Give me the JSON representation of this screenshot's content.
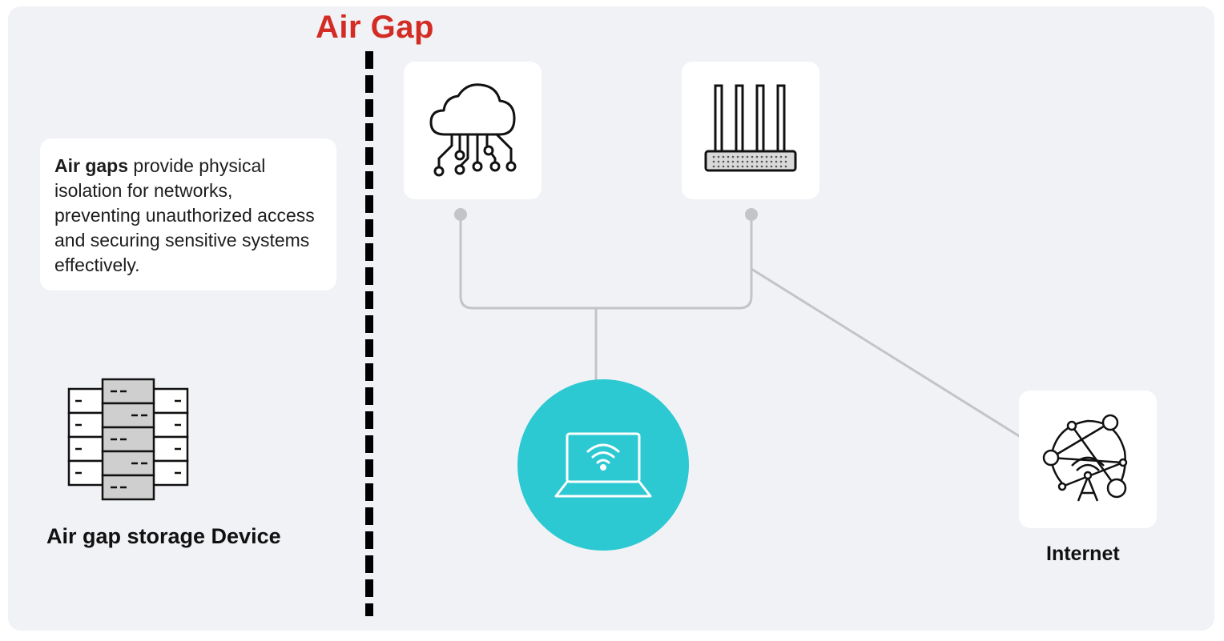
{
  "diagram": {
    "gap_title": "Air Gap",
    "info_card": {
      "bold_lead": "Air gaps",
      "body": " provide physical isolation for networks, preventing unauthorized access and securing sensitive systems effectively."
    },
    "storage_label": "Air gap storage Device",
    "internet_label": "Internet",
    "colors": {
      "gap_title": "#d22c24",
      "laptop_circle": "#2cc9d3",
      "panel_bg": "#f1f2f6",
      "connector": "#c4c4c8"
    },
    "icons": [
      "storage-rack-icon",
      "cloud-network-icon",
      "router-icon",
      "laptop-wifi-icon",
      "internet-globe-icon"
    ]
  }
}
